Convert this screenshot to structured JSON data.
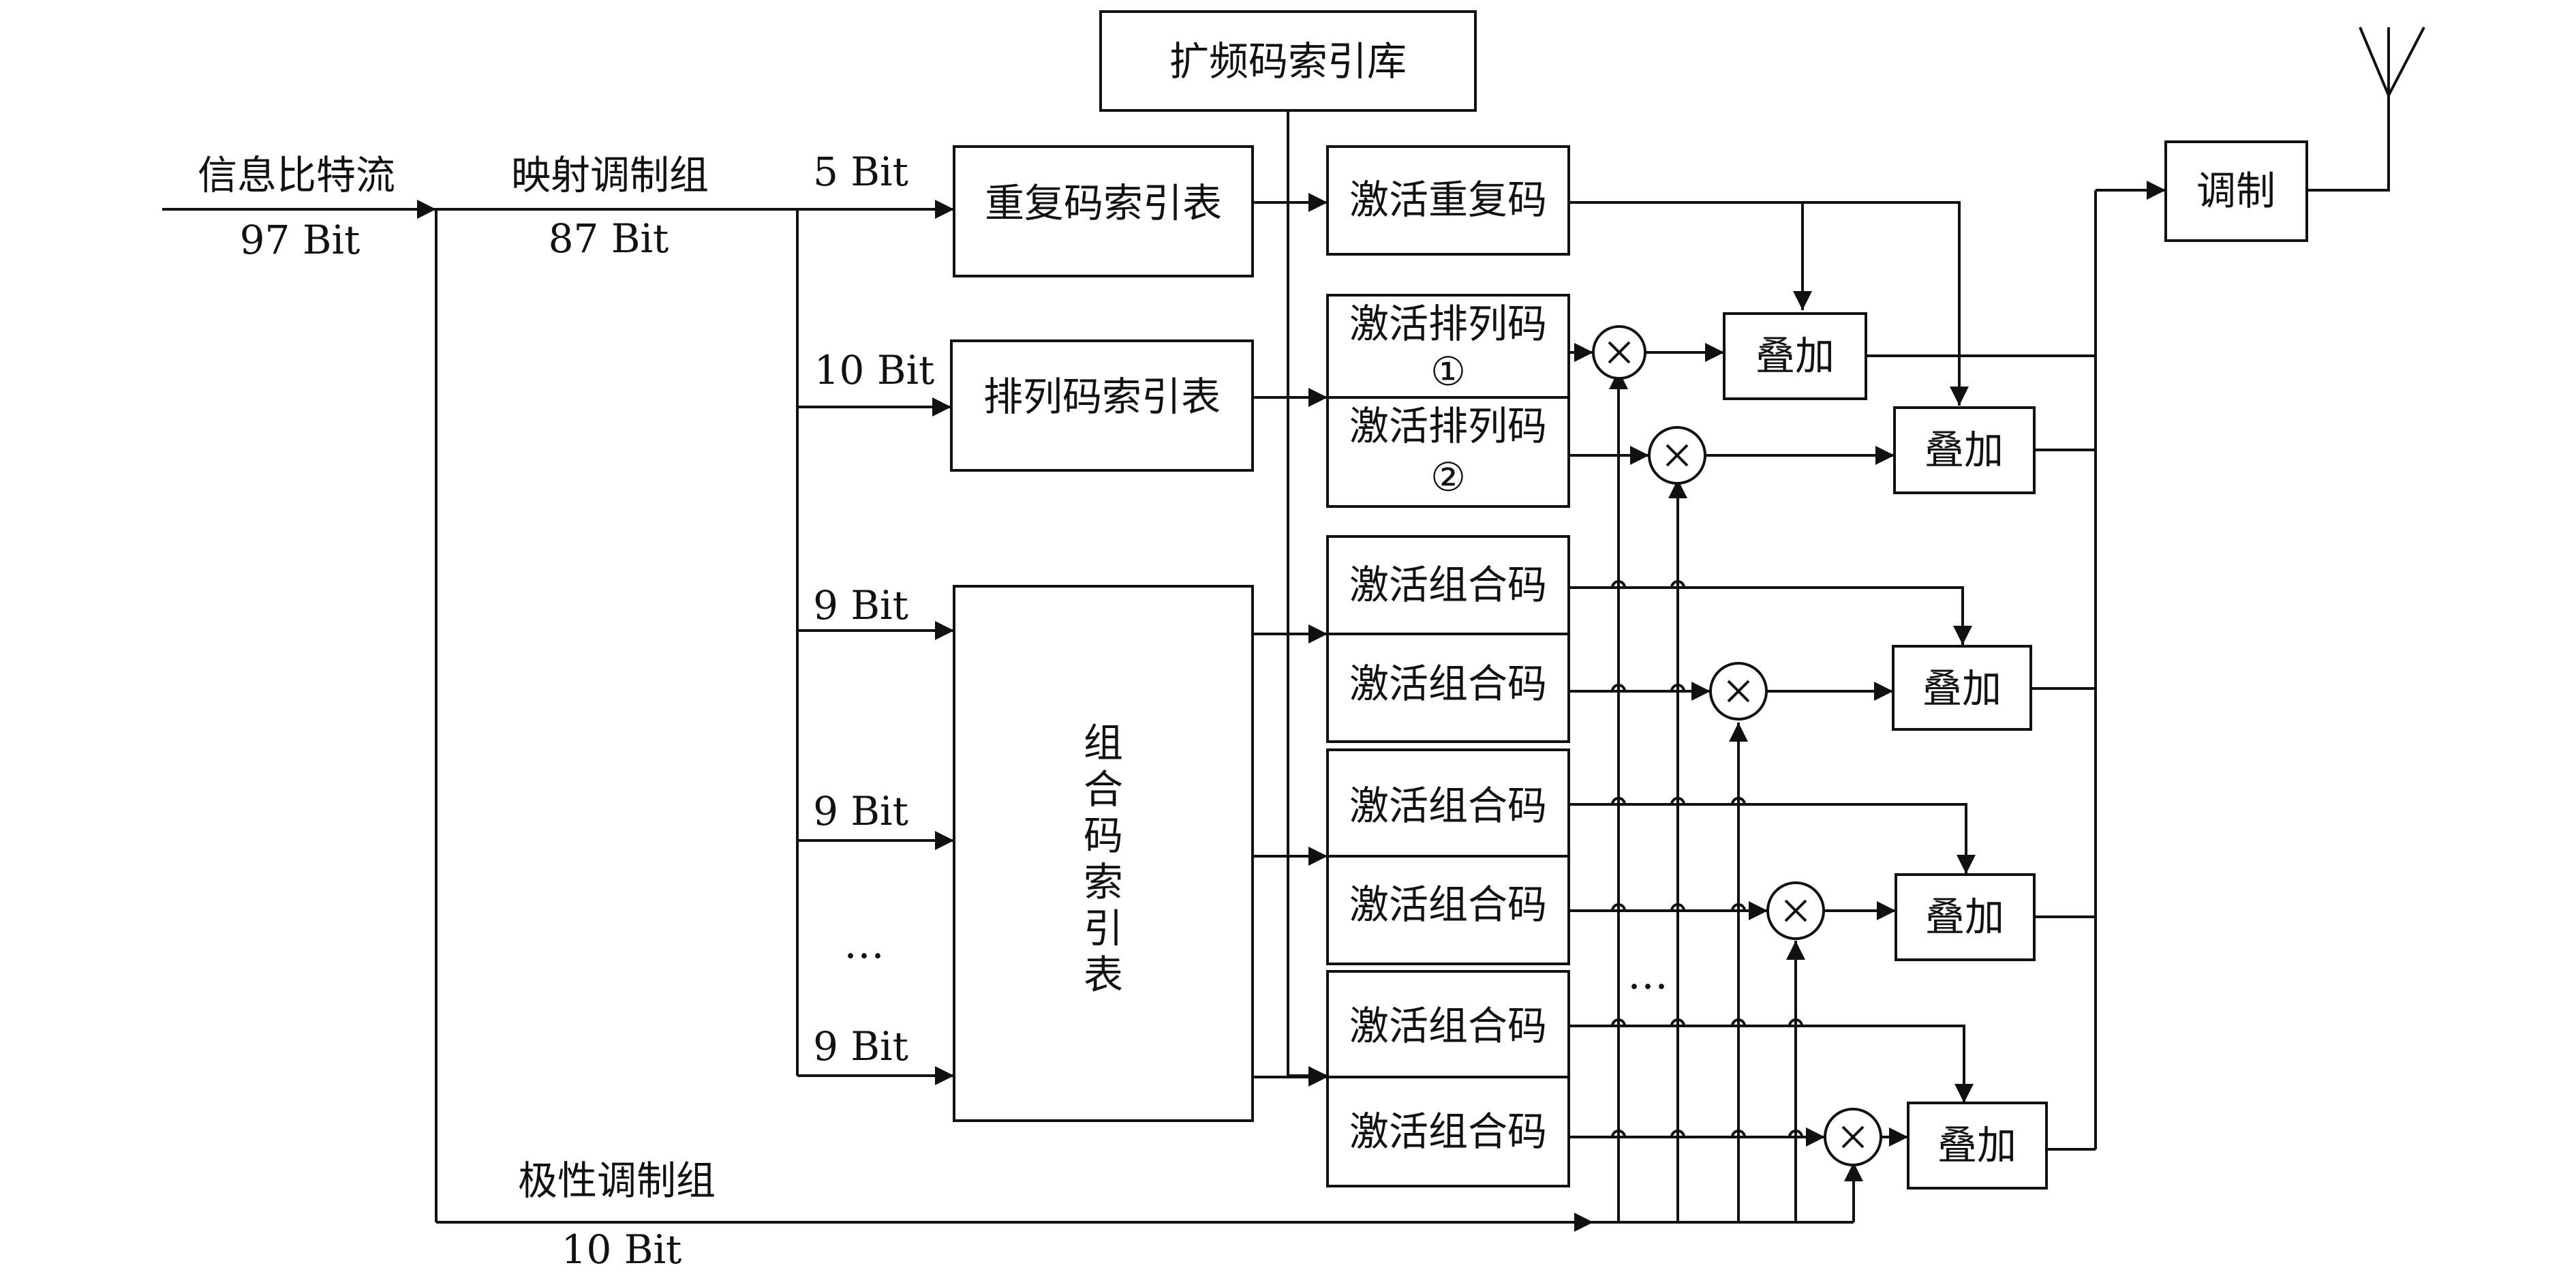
{
  "input": {
    "label": "信息比特流",
    "bits": "97 Bit"
  },
  "mapping_group": {
    "label": "映射调制组",
    "bits": "87 Bit"
  },
  "polarity_group": {
    "label": "极性调制组",
    "bits": "10 Bit"
  },
  "branch_bits": {
    "repeat": "5 Bit",
    "perm": "10 Bit",
    "comb1": "9 Bit",
    "comb2": "9 Bit",
    "comb3": "9 Bit",
    "ellipsis": "…"
  },
  "spread_lib": "扩频码索引库",
  "tables": {
    "repeat": "重复码索引表",
    "perm": "排列码索引表",
    "comb": [
      "组",
      "合",
      "码",
      "索",
      "引",
      "表"
    ]
  },
  "activate": {
    "repeat": "激活重复码",
    "perm1": [
      "激活排列码",
      "①"
    ],
    "perm2": [
      "激活排列码",
      "②"
    ],
    "comb": "激活组合码"
  },
  "adder": "叠加",
  "modulator": "调制",
  "multiply_symbol": "×",
  "middle_ellipsis": "…"
}
